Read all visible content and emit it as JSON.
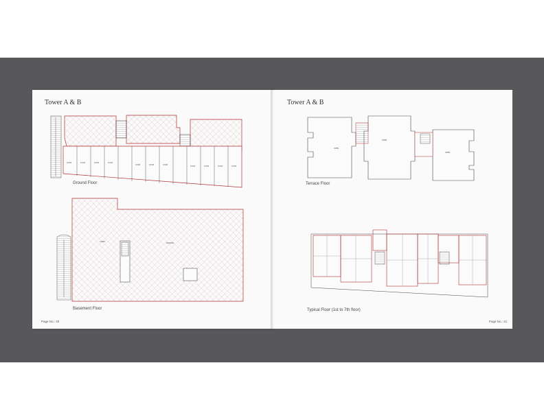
{
  "spread": {
    "left": {
      "title": "Tower A & B",
      "plans": [
        {
          "caption": "Ground Floor"
        },
        {
          "caption": "Basement Floor"
        }
      ],
      "page_number": "Page No.: 20"
    },
    "right": {
      "title": "Tower A & B",
      "plans": [
        {
          "caption": "Terrace Floor"
        },
        {
          "caption": "Typical Floor (1st to 7th floor)"
        }
      ],
      "page_number": "Page No.: 21"
    }
  },
  "colors": {
    "viewer_background": "#58585a",
    "page": "#fafafa",
    "plan_outline": "#b03030",
    "plan_hatch": "#c8a0a0",
    "plan_line": "#333333"
  }
}
